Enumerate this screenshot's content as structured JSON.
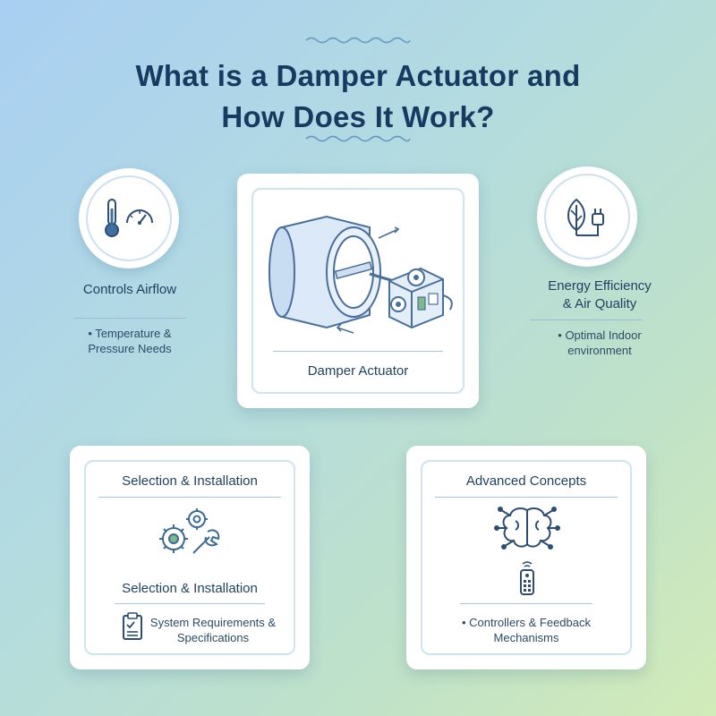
{
  "title": {
    "line1": "What is a Damper Actuator and",
    "line2": "How Does It Work?"
  },
  "left_feature": {
    "icon": "thermometer-gauge-icon",
    "title": "Controls Airflow",
    "bullet": "• Temperature &",
    "bullet_cont": "Pressure Needs"
  },
  "center_card": {
    "icon": "damper-actuator-illustration",
    "label": "Damper Actuator"
  },
  "right_feature": {
    "icon": "leaf-plug-icon",
    "title_line1": "Energy Efficiency",
    "title_line2": "& Air Quality",
    "bullet": "• Optimal Indoor",
    "bullet_cont": "environment"
  },
  "bottom_left_card": {
    "header": "Selection & Installation",
    "icon": "gears-wrench-icon",
    "subheader": "Selection & Installation",
    "item_icon": "clipboard-check-icon",
    "item_line1": "System Requirements &",
    "item_line2": "Specifications"
  },
  "bottom_right_card": {
    "header": "Advanced Concepts",
    "icon": "brain-circuit-icon",
    "icon2": "remote-control-icon",
    "bullet": "• Controllers & Feedback",
    "bullet_cont": "Mechanisms"
  },
  "colors": {
    "title": "#173a61",
    "accent": "#3f6fa0",
    "icon_green": "#4a8a6a"
  }
}
